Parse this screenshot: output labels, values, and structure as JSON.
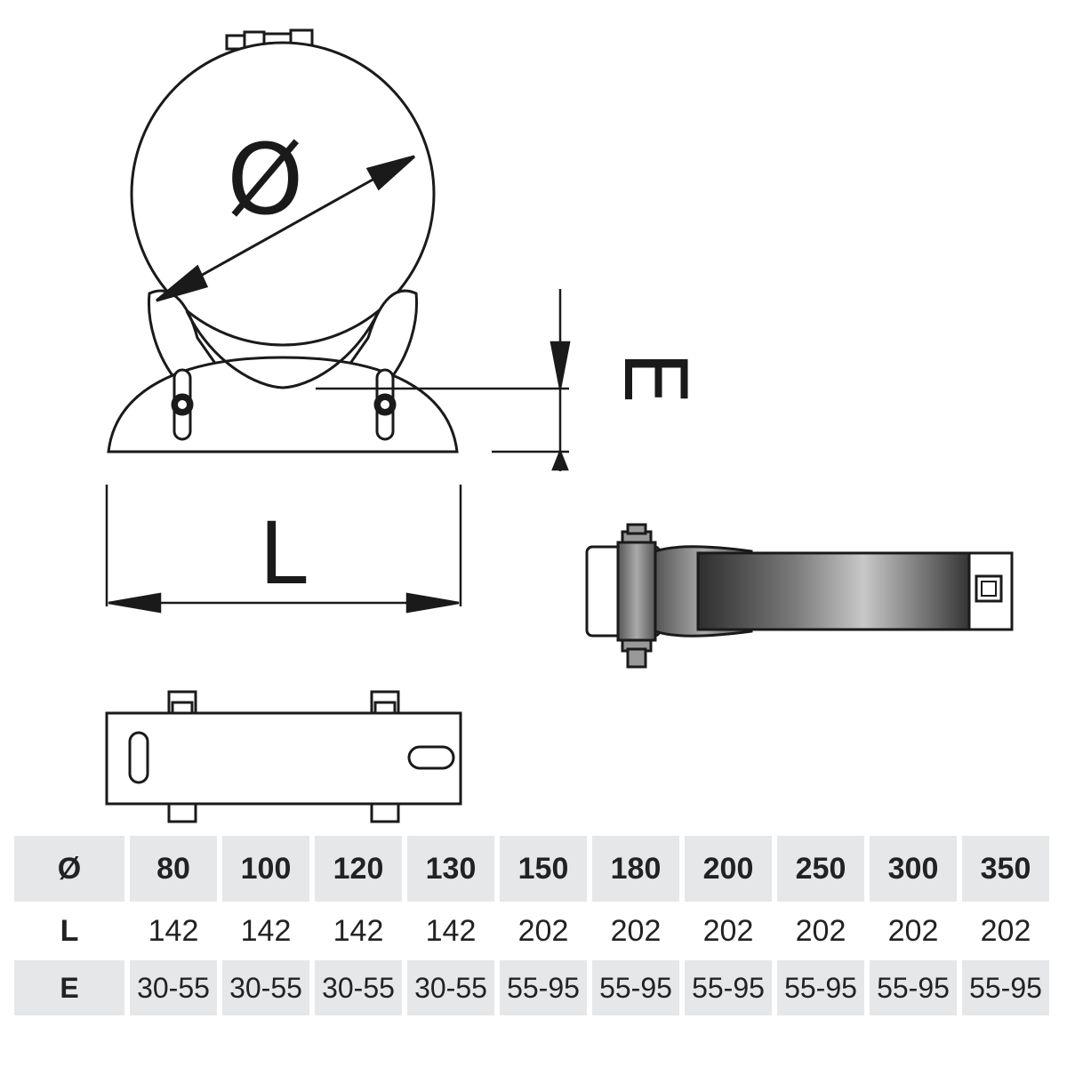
{
  "drawing": {
    "diameter_symbol": "Ø",
    "length_label": "L",
    "height_label": "E"
  },
  "table": {
    "row_diameter": {
      "header": "Ø",
      "values": [
        "80",
        "100",
        "120",
        "130",
        "150",
        "180",
        "200",
        "250",
        "300",
        "350"
      ]
    },
    "row_length": {
      "header": "L",
      "values": [
        "142",
        "142",
        "142",
        "142",
        "202",
        "202",
        "202",
        "202",
        "202",
        "202"
      ]
    },
    "row_height": {
      "header": "E",
      "values": [
        "30-55",
        "30-55",
        "30-55",
        "30-55",
        "55-95",
        "55-95",
        "55-95",
        "55-95",
        "55-95",
        "55-95"
      ]
    }
  },
  "colors": {
    "line": "#1a1a1a",
    "table_band": "#e6e7e9",
    "clamp_band_dark": "#3a3a3a",
    "clamp_band_light": "#bfbfbf"
  }
}
